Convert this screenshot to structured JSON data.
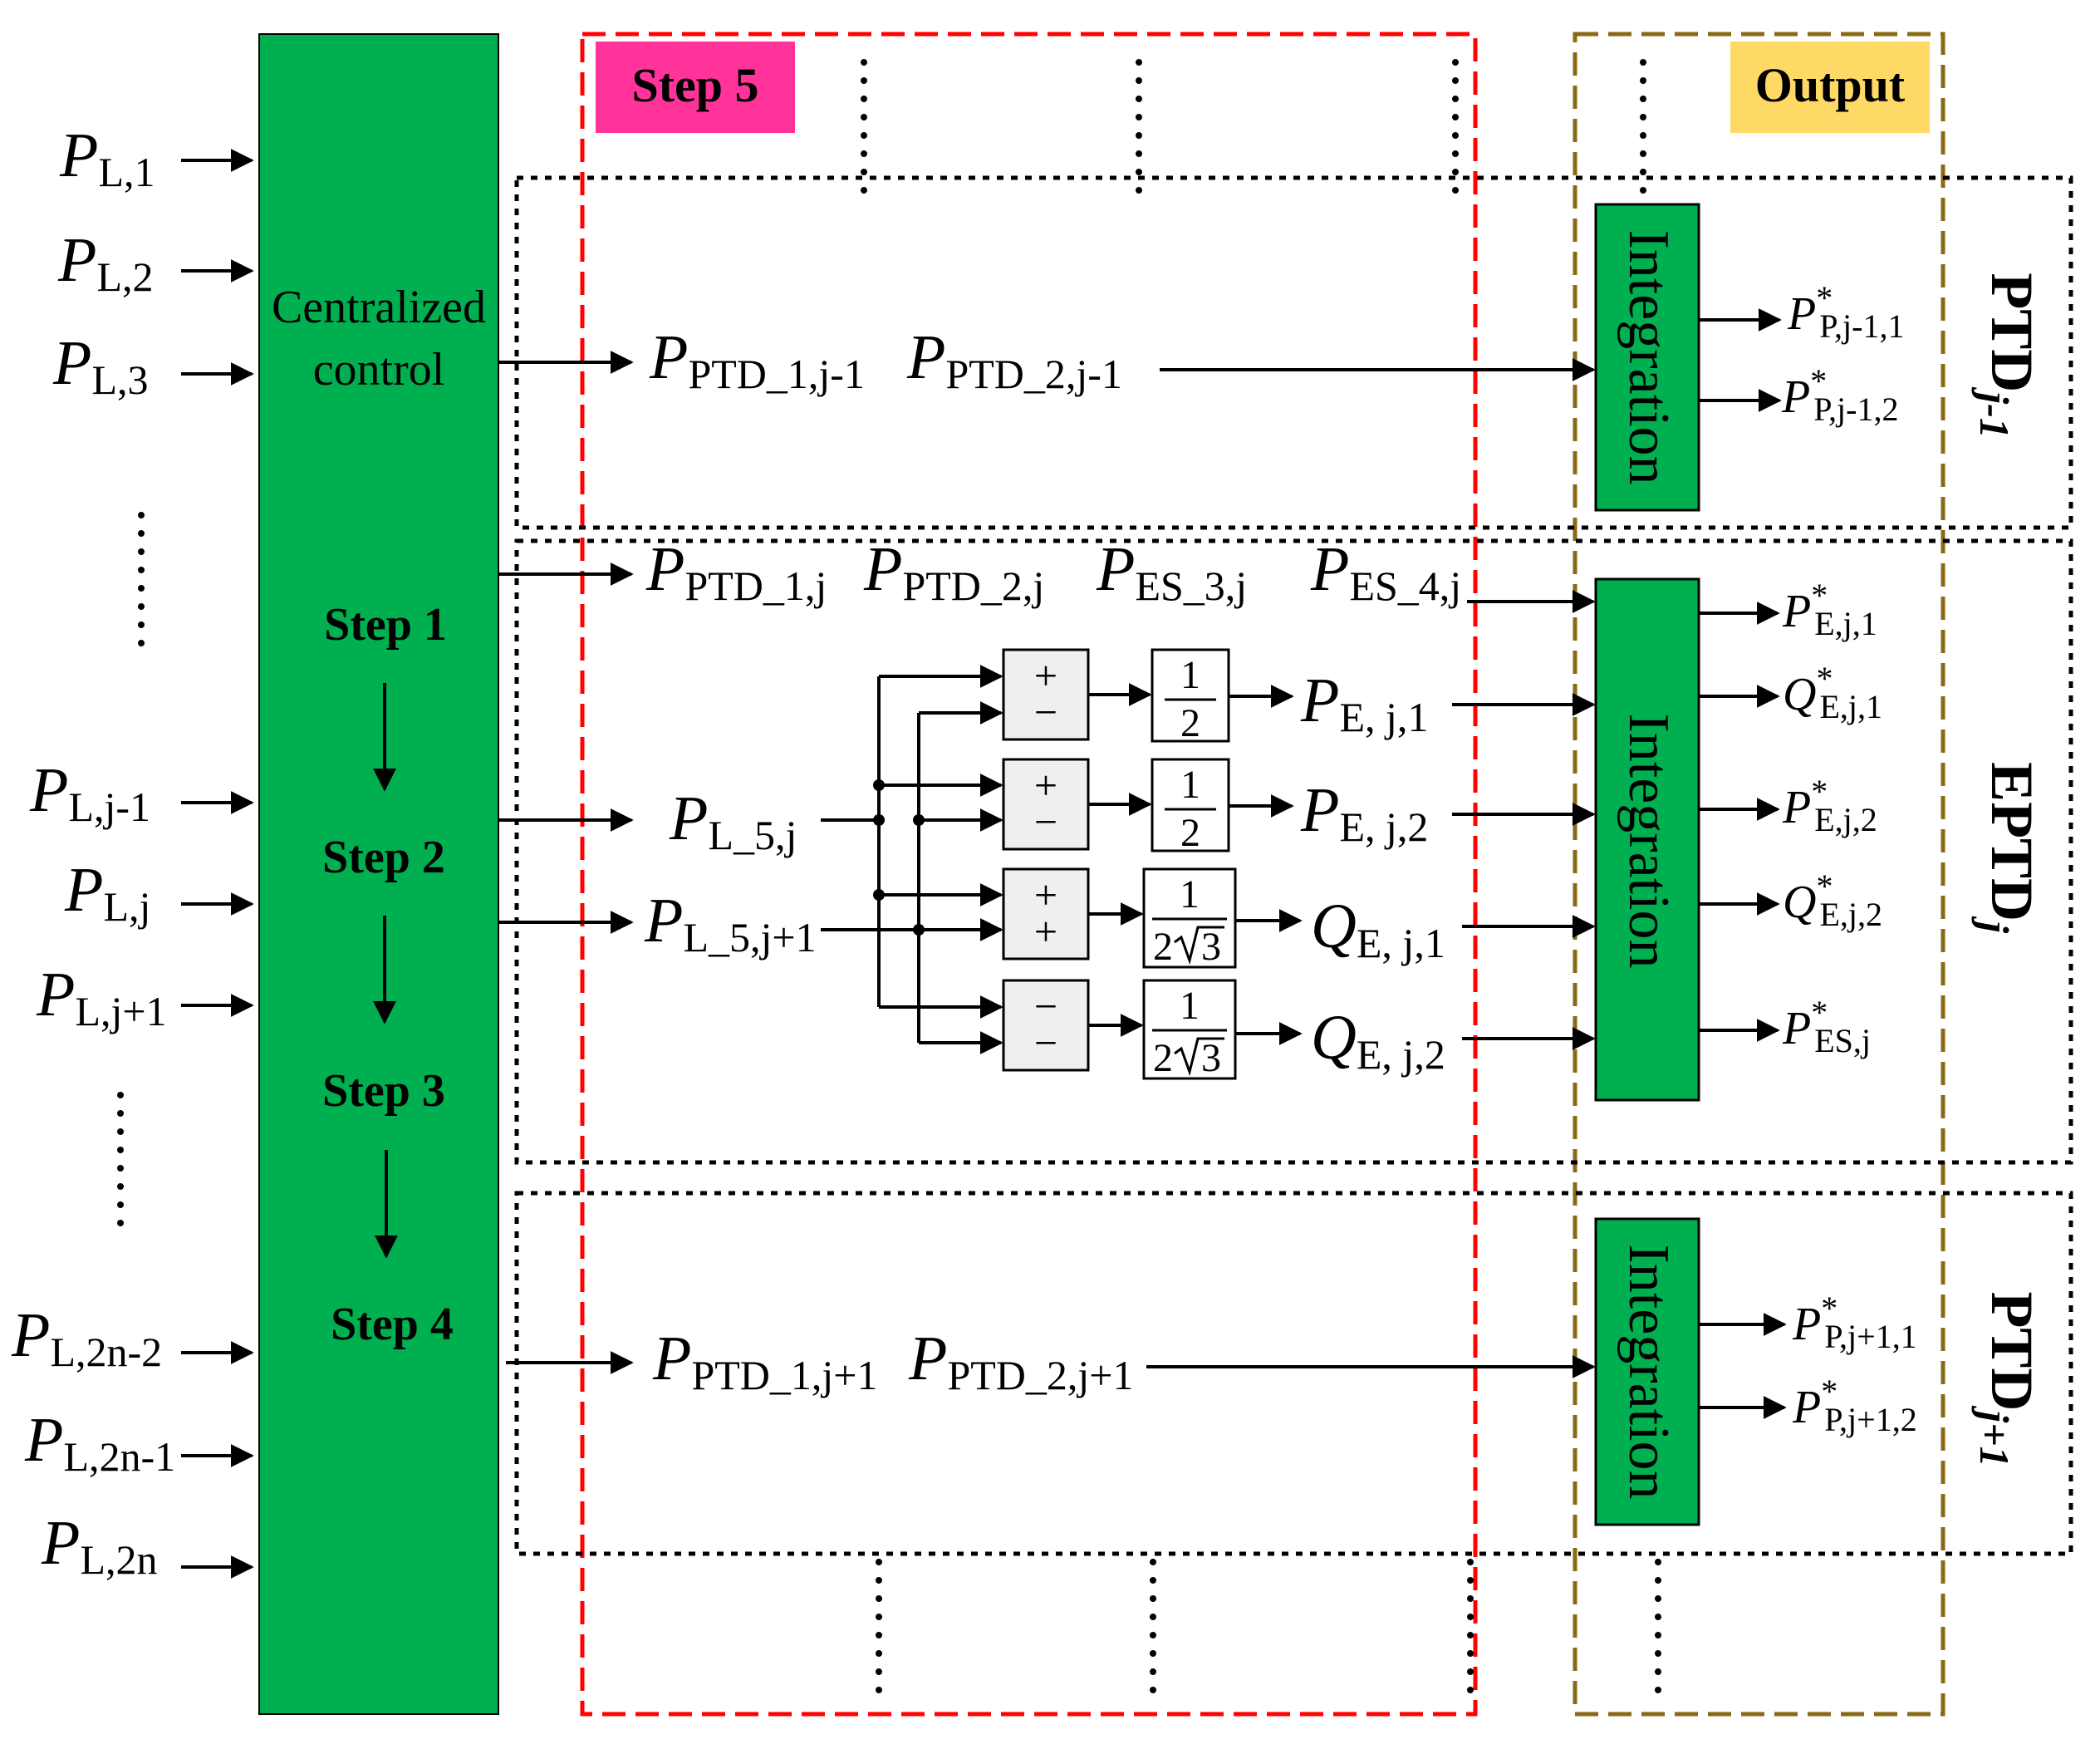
{
  "inputs": [
    {
      "main": "P",
      "sub": "L,1"
    },
    {
      "main": "P",
      "sub": "L,2"
    },
    {
      "main": "P",
      "sub": "L,3"
    },
    {
      "main": "P",
      "sub": "L,j-1"
    },
    {
      "main": "P",
      "sub": "L,j"
    },
    {
      "main": "P",
      "sub": "L,j+1"
    },
    {
      "main": "P",
      "sub": "L,2n-2"
    },
    {
      "main": "P",
      "sub": "L,2n-1"
    },
    {
      "main": "P",
      "sub": "L,2n"
    }
  ],
  "central": {
    "title_line1": "Centralized",
    "title_line2": "control",
    "steps": [
      "Step 1",
      "Step 2",
      "Step 3",
      "Step 4"
    ]
  },
  "step5_label": "Step 5",
  "output_label": "Output",
  "ptd_prev": {
    "signals": [
      {
        "main": "P",
        "sub": "PTD_1,j-1"
      },
      {
        "main": "P",
        "sub": "PTD_2,j-1"
      }
    ],
    "block": "Integration",
    "outputs": [
      {
        "main": "P",
        "sup": "*",
        "sub": "P,j-1,1"
      },
      {
        "main": "P",
        "sup": "*",
        "sub": "P,j-1,2"
      }
    ],
    "side_main": "PTD",
    "side_sub": "j-1"
  },
  "eptd": {
    "signals": [
      {
        "main": "P",
        "sub": "PTD_1,j"
      },
      {
        "main": "P",
        "sub": "PTD_2,j"
      },
      {
        "main": "P",
        "sub": "ES_3,j"
      },
      {
        "main": "P",
        "sub": "ES_4,j"
      }
    ],
    "loads": [
      {
        "main": "P",
        "sub": "L_5,j"
      },
      {
        "main": "P",
        "sub": "L_5,j+1"
      }
    ],
    "sum_blocks": [
      [
        "+",
        "−"
      ],
      [
        "+",
        "−"
      ],
      [
        "+",
        "+"
      ],
      [
        "−",
        "−"
      ]
    ],
    "gain_num": "1",
    "gain_den_a": "2",
    "gain_den_b": "2",
    "gain_den_root": "3",
    "results": [
      {
        "main": "P",
        "sub": "E, j,1"
      },
      {
        "main": "P",
        "sub": "E, j,2"
      },
      {
        "main": "Q",
        "sub": "E, j,1"
      },
      {
        "main": "Q",
        "sub": "E, j,2"
      }
    ],
    "block": "Integration",
    "outputs": [
      {
        "main": "P",
        "sup": "*",
        "sub": "E,j,1"
      },
      {
        "main": "Q",
        "sup": "*",
        "sub": "E,j,1"
      },
      {
        "main": "P",
        "sup": "*",
        "sub": "E,j,2"
      },
      {
        "main": "Q",
        "sup": "*",
        "sub": "E,j,2"
      },
      {
        "main": "P",
        "sup": "*",
        "sub": "ES,j"
      }
    ],
    "side_main": "EPTD",
    "side_sub": "j"
  },
  "ptd_next": {
    "signals": [
      {
        "main": "P",
        "sub": "PTD_1,j+1"
      },
      {
        "main": "P",
        "sub": "PTD_2,j+1"
      }
    ],
    "block": "Integration",
    "outputs": [
      {
        "main": "P",
        "sup": "*",
        "sub": "P,j+1,1"
      },
      {
        "main": "P",
        "sup": "*",
        "sub": "P,j+1,2"
      }
    ],
    "side_main": "PTD",
    "side_sub": "j+1"
  },
  "colors": {
    "green": "#00B050",
    "red_frame": "#FF0000",
    "brown_frame": "#8B6914",
    "magenta": "#FF3399",
    "yellow": "#FFD966",
    "block_gray": "#EFEFEF"
  }
}
